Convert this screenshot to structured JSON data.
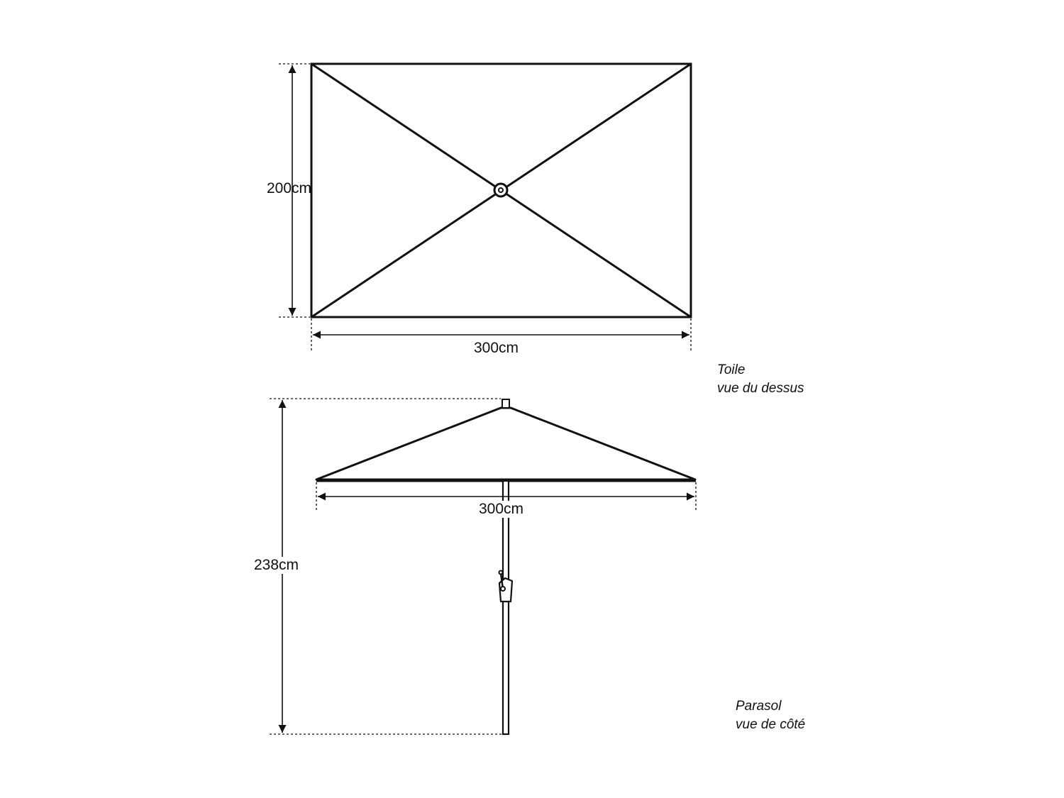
{
  "top_view": {
    "height_label": "200cm",
    "width_label": "300cm",
    "caption_line1": "Toile",
    "caption_line2": "vue du dessus"
  },
  "side_view": {
    "width_label": "300cm",
    "height_label": "238cm",
    "caption_line1": "Parasol",
    "caption_line2": "vue de côté"
  },
  "colors": {
    "stroke": "#111111",
    "background": "#ffffff"
  }
}
